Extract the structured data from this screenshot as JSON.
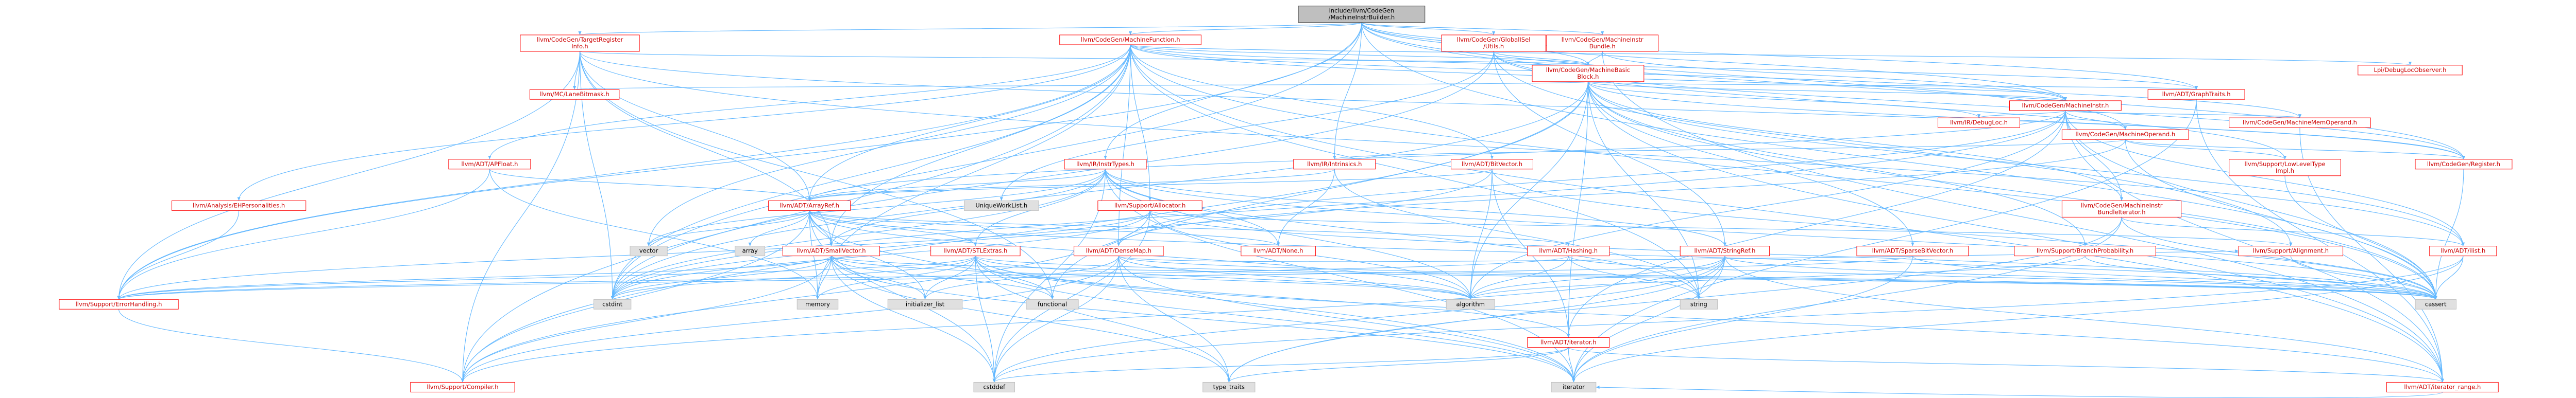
{
  "diagram": {
    "type": "include-dependency-graph",
    "colors": {
      "edge": "#63b8ff",
      "root_fill": "#bfbfbf",
      "root_border": "#404040",
      "root_text": "#000000",
      "node_fill": "#ffffff",
      "documented_border": "#ff0000",
      "documented_text": "#cc0000",
      "external_border": "#bfbfbf",
      "external_fill": "#e0e0e0",
      "external_text": "#000000"
    },
    "nodes": [
      {
        "id": "root",
        "lines": [
          "include/llvm/CodeGen",
          "/MachineInstrBuilder.h"
        ],
        "kind": "root"
      },
      {
        "id": "tri",
        "lines": [
          "llvm/CodeGen/TargetRegister",
          "Info.h"
        ],
        "kind": "doc"
      },
      {
        "id": "mf",
        "lines": [
          "llvm/CodeGen/MachineFunction.h"
        ],
        "kind": "doc"
      },
      {
        "id": "gisel",
        "lines": [
          "llvm/CodeGen/GlobalISel",
          "/Utils.h"
        ],
        "kind": "doc"
      },
      {
        "id": "mib",
        "lines": [
          "llvm/CodeGen/MachineInstr",
          "Bundle.h"
        ],
        "kind": "doc"
      },
      {
        "id": "mbb",
        "lines": [
          "llvm/CodeGen/MachineBasic",
          "Block.h"
        ],
        "kind": "doc"
      },
      {
        "id": "dbgobs",
        "lines": [
          "Lpi/DebugLocObserver.h"
        ],
        "kind": "doc"
      },
      {
        "id": "graphtraits",
        "lines": [
          "llvm/ADT/GraphTraits.h"
        ],
        "kind": "doc"
      },
      {
        "id": "mclanebitmask",
        "lines": [
          "llvm/MC/LaneBitmask.h"
        ],
        "kind": "doc"
      },
      {
        "id": "mi",
        "lines": [
          "llvm/CodeGen/MachineInstr.h"
        ],
        "kind": "doc"
      },
      {
        "id": "debugloc",
        "lines": [
          "llvm/IR/DebugLoc.h"
        ],
        "kind": "doc"
      },
      {
        "id": "mmo",
        "lines": [
          "llvm/CodeGen/MachineMemOperand.h"
        ],
        "kind": "doc"
      },
      {
        "id": "mo",
        "lines": [
          "llvm/CodeGen/MachineOperand.h"
        ],
        "kind": "doc"
      },
      {
        "id": "apfloat",
        "lines": [
          "llvm/ADT/APFloat.h"
        ],
        "kind": "doc"
      },
      {
        "id": "instrtypes",
        "lines": [
          "llvm/IR/InstrTypes.h"
        ],
        "kind": "doc"
      },
      {
        "id": "intrinsics",
        "lines": [
          "llvm/IR/Intrinsics.h"
        ],
        "kind": "doc"
      },
      {
        "id": "bitvector",
        "lines": [
          "llvm/ADT/BitVector.h"
        ],
        "kind": "doc"
      },
      {
        "id": "lowleveltype",
        "lines": [
          "llvm/Support/LowLevelType",
          "Impl.h"
        ],
        "kind": "doc"
      },
      {
        "id": "register",
        "lines": [
          "llvm/CodeGen/Register.h"
        ],
        "kind": "doc"
      },
      {
        "id": "ehpers",
        "lines": [
          "llvm/Analysis/EHPersonalities.h"
        ],
        "kind": "doc"
      },
      {
        "id": "arrayref",
        "lines": [
          "llvm/ADT/ArrayRef.h"
        ],
        "kind": "doc"
      },
      {
        "id": "uniqueworklist",
        "lines": [
          "UniqueWorkList.h"
        ],
        "kind": "ext"
      },
      {
        "id": "allocator",
        "lines": [
          "llvm/Support/Allocator.h"
        ],
        "kind": "doc"
      },
      {
        "id": "mibundleiter",
        "lines": [
          "llvm/CodeGen/MachineInstr",
          "BundleIterator.h"
        ],
        "kind": "doc"
      },
      {
        "id": "vector",
        "lines": [
          "vector"
        ],
        "kind": "ext"
      },
      {
        "id": "array",
        "lines": [
          "array"
        ],
        "kind": "ext"
      },
      {
        "id": "smallvector",
        "lines": [
          "llvm/ADT/SmallVector.h"
        ],
        "kind": "doc"
      },
      {
        "id": "stlextras",
        "lines": [
          "llvm/ADT/STLExtras.h"
        ],
        "kind": "doc"
      },
      {
        "id": "densemap",
        "lines": [
          "llvm/ADT/DenseMap.h"
        ],
        "kind": "doc"
      },
      {
        "id": "none",
        "lines": [
          "llvm/ADT/None.h"
        ],
        "kind": "doc"
      },
      {
        "id": "hashing",
        "lines": [
          "llvm/ADT/Hashing.h"
        ],
        "kind": "doc"
      },
      {
        "id": "stringref",
        "lines": [
          "llvm/ADT/StringRef.h"
        ],
        "kind": "doc"
      },
      {
        "id": "sparsebitvector",
        "lines": [
          "llvm/ADT/SparseBitVector.h"
        ],
        "kind": "doc"
      },
      {
        "id": "branchprob",
        "lines": [
          "llvm/Support/BranchProbability.h"
        ],
        "kind": "doc"
      },
      {
        "id": "alignment",
        "lines": [
          "llvm/Support/Alignment.h"
        ],
        "kind": "doc"
      },
      {
        "id": "ilist",
        "lines": [
          "llvm/ADT/ilist.h"
        ],
        "kind": "doc"
      },
      {
        "id": "cstdint",
        "lines": [
          "cstdint"
        ],
        "kind": "ext"
      },
      {
        "id": "errorhandling",
        "lines": [
          "llvm/Support/ErrorHandling.h"
        ],
        "kind": "doc"
      },
      {
        "id": "memory",
        "lines": [
          "memory"
        ],
        "kind": "ext"
      },
      {
        "id": "initlist",
        "lines": [
          "initializer_list"
        ],
        "kind": "ext"
      },
      {
        "id": "functional",
        "lines": [
          "functional"
        ],
        "kind": "ext"
      },
      {
        "id": "algorithm",
        "lines": [
          "algorithm"
        ],
        "kind": "ext"
      },
      {
        "id": "string",
        "lines": [
          "string"
        ],
        "kind": "ext"
      },
      {
        "id": "cassert",
        "lines": [
          "cassert"
        ],
        "kind": "ext"
      },
      {
        "id": "iterator_adt",
        "lines": [
          "llvm/ADT/iterator.h"
        ],
        "kind": "doc"
      },
      {
        "id": "compiler",
        "lines": [
          "llvm/Support/Compiler.h"
        ],
        "kind": "doc"
      },
      {
        "id": "cstddef",
        "lines": [
          "cstddef"
        ],
        "kind": "ext"
      },
      {
        "id": "typetraits",
        "lines": [
          "type_traits"
        ],
        "kind": "ext"
      },
      {
        "id": "iterator",
        "lines": [
          "iterator"
        ],
        "kind": "ext"
      },
      {
        "id": "iterrange",
        "lines": [
          "llvm/ADT/iterator_range.h"
        ],
        "kind": "doc"
      }
    ],
    "edges": [
      [
        "root",
        "tri"
      ],
      [
        "root",
        "mf"
      ],
      [
        "root",
        "gisel"
      ],
      [
        "root",
        "mib"
      ],
      [
        "root",
        "mbb"
      ],
      [
        "root",
        "mi"
      ],
      [
        "root",
        "mo"
      ],
      [
        "root",
        "instrtypes"
      ],
      [
        "root",
        "intrinsics"
      ],
      [
        "root",
        "register"
      ],
      [
        "root",
        "errorhandling"
      ],
      [
        "root",
        "cassert"
      ],
      [
        "root",
        "cstdint"
      ],
      [
        "root",
        "graphtraits"
      ],
      [
        "tri",
        "mbb"
      ],
      [
        "tri",
        "mclanebitmask"
      ],
      [
        "tri",
        "arrayref"
      ],
      [
        "tri",
        "smallvector"
      ],
      [
        "tri",
        "register"
      ],
      [
        "tri",
        "cstdint"
      ],
      [
        "tri",
        "functional"
      ],
      [
        "tri",
        "ilist"
      ],
      [
        "tri",
        "errorhandling"
      ],
      [
        "tri",
        "compiler"
      ],
      [
        "mf",
        "mbb"
      ],
      [
        "mf",
        "arrayref"
      ],
      [
        "mf",
        "bitvector"
      ],
      [
        "mf",
        "densemap"
      ],
      [
        "mf",
        "smallvector"
      ],
      [
        "mf",
        "apfloat"
      ],
      [
        "mf",
        "ehpers"
      ],
      [
        "mf",
        "allocator"
      ],
      [
        "mf",
        "mi"
      ],
      [
        "mf",
        "mmo"
      ],
      [
        "mf",
        "graphtraits"
      ],
      [
        "mf",
        "dbgobs"
      ],
      [
        "mf",
        "compiler"
      ],
      [
        "mf",
        "recycler"
      ],
      [
        "mf",
        "vector"
      ],
      [
        "mf",
        "cstdint"
      ],
      [
        "mf",
        "string"
      ],
      [
        "mf",
        "cassert"
      ],
      [
        "mf",
        "memory"
      ],
      [
        "mf",
        "errorhandling"
      ],
      [
        "mf",
        "iterrange"
      ],
      [
        "gisel",
        "mbb"
      ],
      [
        "gisel",
        "register"
      ],
      [
        "gisel",
        "stringref"
      ],
      [
        "gisel",
        "lowleveltype"
      ],
      [
        "gisel",
        "uniqueworklist"
      ],
      [
        "gisel",
        "cstdint"
      ],
      [
        "gisel",
        "alignment"
      ],
      [
        "mib",
        "mbb"
      ],
      [
        "mib",
        "mi"
      ],
      [
        "mib",
        "iterrange"
      ],
      [
        "mbb",
        "graphtraits"
      ],
      [
        "mbb",
        "mi"
      ],
      [
        "mbb",
        "mibundleiter"
      ],
      [
        "mbb",
        "sparsebitvector"
      ],
      [
        "mbb",
        "ilist"
      ],
      [
        "mbb",
        "iterator_adt"
      ],
      [
        "mbb",
        "iterrange"
      ],
      [
        "mbb",
        "debugloc"
      ],
      [
        "mbb",
        "branchprob"
      ],
      [
        "mbb",
        "mclanebitmask"
      ],
      [
        "mbb",
        "register"
      ],
      [
        "mbb",
        "compiler"
      ],
      [
        "mbb",
        "cassert"
      ],
      [
        "mbb",
        "cstdint"
      ],
      [
        "mbb",
        "functional"
      ],
      [
        "mbb",
        "string"
      ],
      [
        "mbb",
        "algorithm"
      ],
      [
        "graphtraits",
        "iterator"
      ],
      [
        "graphtraits",
        "iterrange"
      ],
      [
        "mi",
        "debugloc"
      ],
      [
        "mi",
        "mmo"
      ],
      [
        "mi",
        "mo"
      ],
      [
        "mi",
        "mibundleiter"
      ],
      [
        "mi",
        "ilist"
      ],
      [
        "mi",
        "arrayref"
      ],
      [
        "mi",
        "densemap"
      ],
      [
        "mi",
        "iterator_adt"
      ],
      [
        "mi",
        "iterrange"
      ],
      [
        "mi",
        "cassert"
      ],
      [
        "mi",
        "cstdint"
      ],
      [
        "mi",
        "algorithm"
      ],
      [
        "mi",
        "utility"
      ],
      [
        "mo",
        "register"
      ],
      [
        "mo",
        "lowleveltype"
      ],
      [
        "mo",
        "cassert"
      ],
      [
        "mo",
        "intrinsics"
      ],
      [
        "mo",
        "densemap"
      ],
      [
        "mmo",
        "iterrange"
      ],
      [
        "apfloat",
        "arrayref"
      ],
      [
        "apfloat",
        "errorhandling"
      ],
      [
        "apfloat",
        "memory"
      ],
      [
        "instrtypes",
        "arrayref"
      ],
      [
        "instrtypes",
        "none"
      ],
      [
        "instrtypes",
        "stringref"
      ],
      [
        "instrtypes",
        "stlextras"
      ],
      [
        "instrtypes",
        "smallvector"
      ],
      [
        "instrtypes",
        "algorithm"
      ],
      [
        "instrtypes",
        "cassert"
      ],
      [
        "instrtypes",
        "cstddef"
      ],
      [
        "instrtypes",
        "cstdint"
      ],
      [
        "instrtypes",
        "iterator"
      ],
      [
        "instrtypes",
        "string"
      ],
      [
        "instrtypes",
        "vector"
      ],
      [
        "intrinsics",
        "arrayref"
      ],
      [
        "intrinsics",
        "none"
      ],
      [
        "intrinsics",
        "string"
      ],
      [
        "bitvector",
        "arrayref"
      ],
      [
        "bitvector",
        "iterator_adt"
      ],
      [
        "bitvector",
        "algorithm"
      ],
      [
        "bitvector",
        "cassert"
      ],
      [
        "bitvector",
        "cstdint"
      ],
      [
        "bitvector",
        "utility"
      ],
      [
        "lowleveltype",
        "cassert"
      ],
      [
        "register",
        "cassert"
      ],
      [
        "ehpers",
        "errorhandling"
      ],
      [
        "arrayref",
        "hashing"
      ],
      [
        "arrayref",
        "none"
      ],
      [
        "arrayref",
        "smallvector"
      ],
      [
        "arrayref",
        "stlextras"
      ],
      [
        "arrayref",
        "compiler"
      ],
      [
        "arrayref",
        "algorithm"
      ],
      [
        "arrayref",
        "array"
      ],
      [
        "arrayref",
        "cassert"
      ],
      [
        "arrayref",
        "cstddef"
      ],
      [
        "arrayref",
        "initlist"
      ],
      [
        "arrayref",
        "iterator"
      ],
      [
        "arrayref",
        "memory"
      ],
      [
        "arrayref",
        "type_traits_ref"
      ],
      [
        "arrayref",
        "vector"
      ],
      [
        "allocator",
        "alignment"
      ],
      [
        "allocator",
        "compiler"
      ],
      [
        "allocator",
        "errorhandling"
      ],
      [
        "allocator",
        "algorithm"
      ],
      [
        "allocator",
        "cassert"
      ],
      [
        "allocator",
        "cstddef"
      ],
      [
        "allocator",
        "cstdint"
      ],
      [
        "mibundleiter",
        "ilist"
      ],
      [
        "mibundleiter",
        "cassert"
      ],
      [
        "mibundleiter",
        "iterator"
      ],
      [
        "mibundleiter",
        "typetraits"
      ],
      [
        "smallvector",
        "compiler"
      ],
      [
        "smallvector",
        "errorhandling"
      ],
      [
        "smallvector",
        "algorithm"
      ],
      [
        "smallvector",
        "cassert"
      ],
      [
        "smallvector",
        "cstddef"
      ],
      [
        "smallvector",
        "cstdint"
      ],
      [
        "smallvector",
        "functional"
      ],
      [
        "smallvector",
        "initlist"
      ],
      [
        "smallvector",
        "iterator"
      ],
      [
        "smallvector",
        "memory"
      ],
      [
        "smallvector",
        "typetraits"
      ],
      [
        "stlextras",
        "iterator_adt"
      ],
      [
        "stlextras",
        "iterrange"
      ],
      [
        "stlextras",
        "errorhandling"
      ],
      [
        "stlextras",
        "algorithm"
      ],
      [
        "stlextras",
        "cassert"
      ],
      [
        "stlextras",
        "cstddef"
      ],
      [
        "stlextras",
        "cstdint"
      ],
      [
        "stlextras",
        "functional"
      ],
      [
        "stlextras",
        "initlist"
      ],
      [
        "stlextras",
        "iterator"
      ],
      [
        "stlextras",
        "memory"
      ],
      [
        "stlextras",
        "typetraits"
      ],
      [
        "densemap",
        "alignment"
      ],
      [
        "densemap",
        "compiler"
      ],
      [
        "densemap",
        "algorithm"
      ],
      [
        "densemap",
        "cassert"
      ],
      [
        "densemap",
        "cstddef"
      ],
      [
        "densemap",
        "initlist"
      ],
      [
        "densemap",
        "iterator"
      ],
      [
        "densemap",
        "typetraits"
      ],
      [
        "hashing",
        "errorhandling"
      ],
      [
        "hashing",
        "algorithm"
      ],
      [
        "hashing",
        "cassert"
      ],
      [
        "hashing",
        "cstring"
      ],
      [
        "hashing",
        "string"
      ],
      [
        "stringref",
        "iterrange"
      ],
      [
        "stringref",
        "compiler"
      ],
      [
        "stringref",
        "algorithm"
      ],
      [
        "stringref",
        "cassert"
      ],
      [
        "stringref",
        "cstddef"
      ],
      [
        "stringref",
        "iterator"
      ],
      [
        "stringref",
        "string"
      ],
      [
        "stringref",
        "typetraits"
      ],
      [
        "sparsebitvector",
        "errorhandling"
      ],
      [
        "sparsebitvector",
        "cassert"
      ],
      [
        "sparsebitvector",
        "iterator"
      ],
      [
        "sparsebitvector",
        "climits"
      ],
      [
        "branchprob",
        "cassert"
      ],
      [
        "branchprob",
        "algorithm"
      ],
      [
        "alignment",
        "cassert"
      ],
      [
        "ilist",
        "cassert"
      ],
      [
        "ilist",
        "cstddef"
      ],
      [
        "ilist",
        "iterator"
      ],
      [
        "iterator_adt",
        "iterrange"
      ],
      [
        "iterator_adt",
        "cstddef"
      ],
      [
        "iterator_adt",
        "iterator"
      ],
      [
        "iterator_adt",
        "typetraits"
      ],
      [
        "iterrange",
        "iterator"
      ],
      [
        "errorhandling",
        "compiler"
      ]
    ]
  }
}
